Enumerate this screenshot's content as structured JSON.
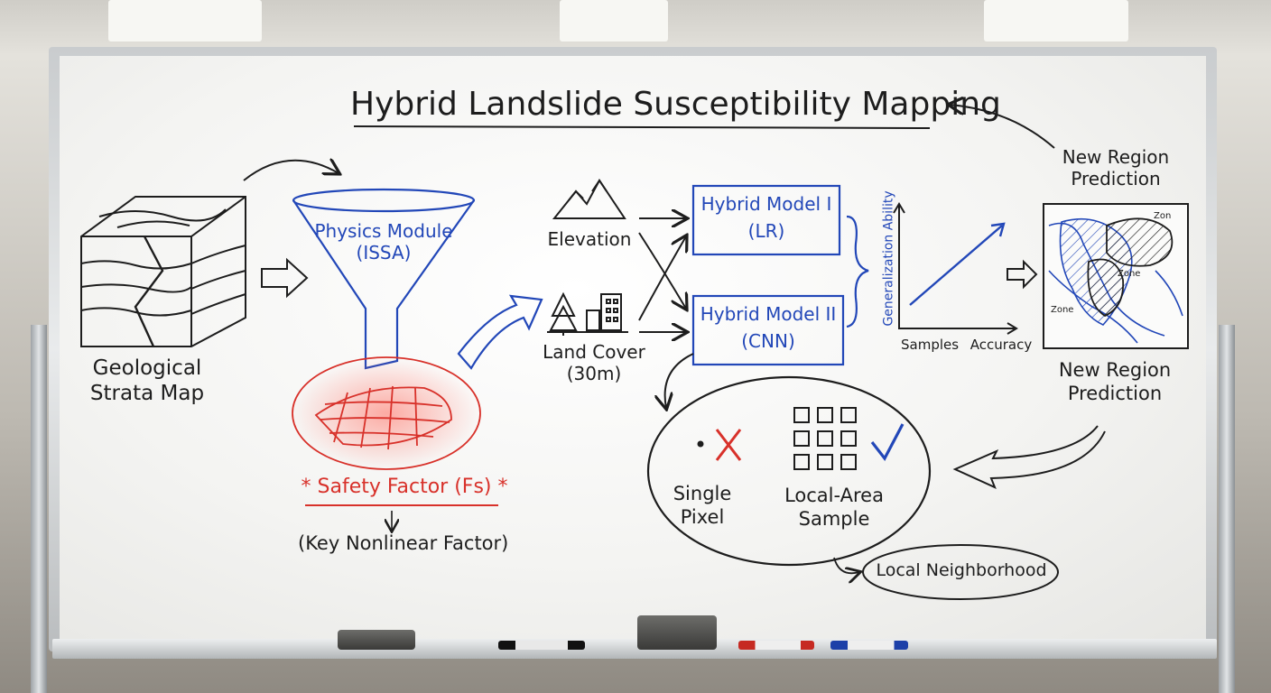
{
  "title": "Hybrid Landslide Susceptibility Mapping",
  "geo": {
    "line1": "Geological",
    "line2": "Strata Map"
  },
  "physics": {
    "line1": "Physics Module",
    "line2": "(ISSA)"
  },
  "safety": {
    "label": "Safety Factor (Fs)",
    "star": "*",
    "sub": "(Key Nonlinear Factor)"
  },
  "elevation": "Elevation",
  "landcover": {
    "line1": "Land Cover",
    "line2": "(30m)"
  },
  "model1": {
    "line1": "Hybrid Model I",
    "line2": "(LR)"
  },
  "model2": {
    "line1": "Hybrid Model II",
    "line2": "(CNN)"
  },
  "graph": {
    "ylabel": "Generalization Ability",
    "xlabel1": "Samples",
    "xlabel2": "Accuracy"
  },
  "map_labels": [
    "Zon",
    "Zone",
    "Zone"
  ],
  "prediction_top": {
    "line1": "New Region",
    "line2": "Prediction"
  },
  "prediction_bottom": {
    "line1": "New Region",
    "line2": "Prediction"
  },
  "compare": {
    "single": {
      "line1": "Single",
      "line2": "Pixel"
    },
    "local": {
      "line1": "Local-Area",
      "line2": "Sample"
    }
  },
  "neighborhood": "Local Neighborhood",
  "colors": {
    "blue_ink": "#2247b8",
    "red_ink": "#d8312a",
    "black_ink": "#1d1d1d"
  }
}
